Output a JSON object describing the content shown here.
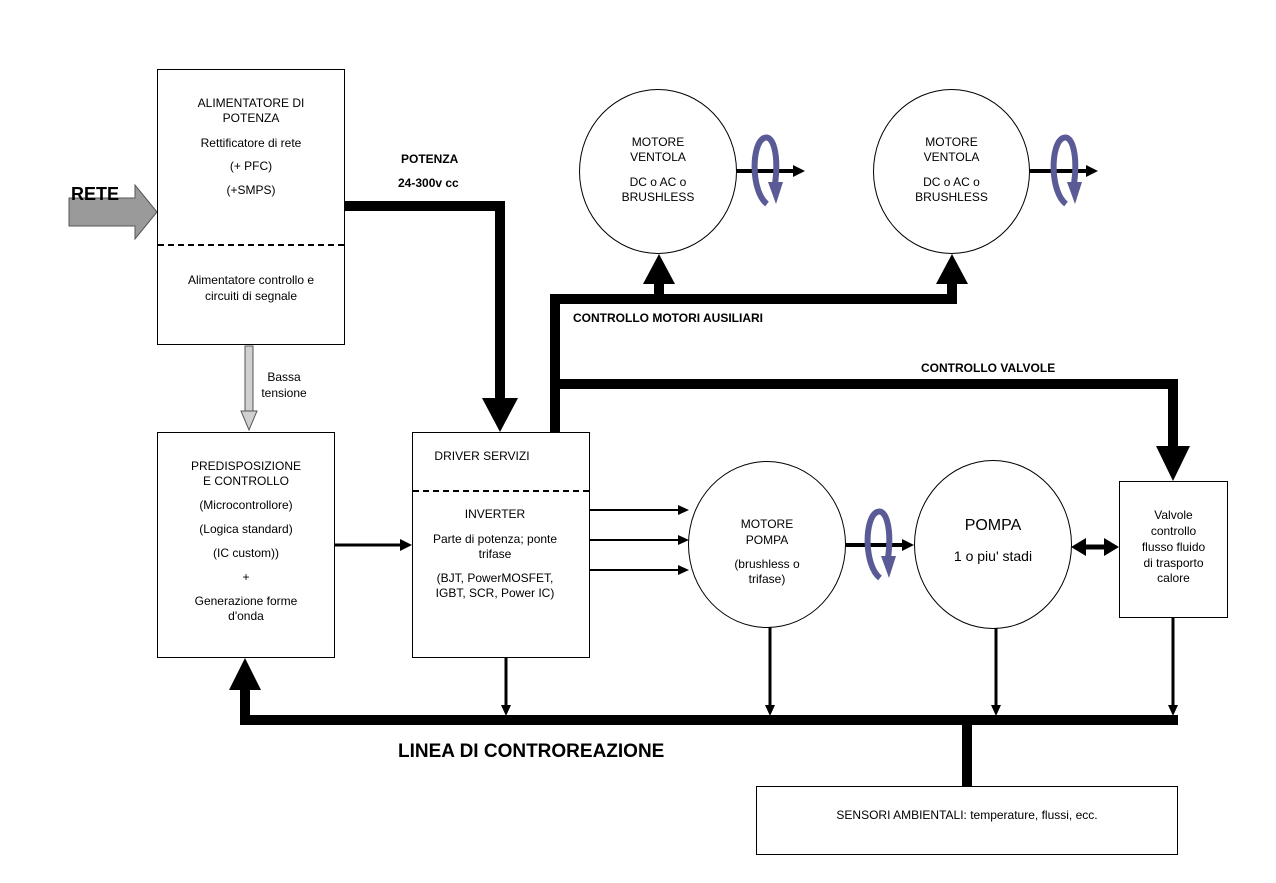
{
  "rete": "RETE",
  "alimentatore": {
    "title1": "ALIMENTATORE DI",
    "title2": "POTENZA",
    "line1": "Rettificatore di rete",
    "line2": "(+ PFC)",
    "line3": "(+SMPS)",
    "lower1": "Alimentatore controllo e",
    "lower2": "circuiti di segnale"
  },
  "potenza": {
    "label": "POTENZA",
    "voltage": "24-300v cc"
  },
  "bassa_tensione": {
    "line1": "Bassa",
    "line2": "tensione"
  },
  "predisposizione": {
    "title1": "PREDISPOSIZIONE",
    "title2": "E CONTROLLO",
    "line1": "(Microcontrollore)",
    "line2": "(Logica standard)",
    "line3": "(IC custom))",
    "plus": "+",
    "line4": "Generazione forme",
    "line5": "d'onda"
  },
  "driver": {
    "title": "DRIVER SERVIZI",
    "inverter": "INVERTER",
    "line1": "Parte di potenza; ponte",
    "line2": "trifase",
    "line3": "(BJT, PowerMOSFET,",
    "line4": "IGBT, SCR, Power IC)"
  },
  "fans": [
    {
      "l1": "MOTORE",
      "l2": "VENTOLA",
      "l3": "DC o AC o",
      "l4": "BRUSHLESS"
    },
    {
      "l1": "MOTORE",
      "l2": "VENTOLA",
      "l3": "DC o AC o",
      "l4": "BRUSHLESS"
    }
  ],
  "controllo_motori": "CONTROLLO MOTORI AUSILIARI",
  "controllo_valvole": "CONTROLLO VALVOLE",
  "motore_pompa": {
    "l1": "MOTORE",
    "l2": "POMPA",
    "l3": "(brushless o",
    "l4": "trifase)"
  },
  "pompa": {
    "title": "POMPA",
    "sub": "1 o piu' stadi"
  },
  "valvole": {
    "l1": "Valvole",
    "l2": "controllo",
    "l3": "flusso fluido",
    "l4": "di trasporto",
    "l5": "calore"
  },
  "linea": "LINEA DI CONTROREAZIONE",
  "sensori": "SENSORI AMBIENTALI: temperature, flussi, ecc.",
  "colors": {
    "rotation_arrow": "#5a5a96",
    "rete_arrow": "#9a9a9a",
    "line": "#000000"
  }
}
